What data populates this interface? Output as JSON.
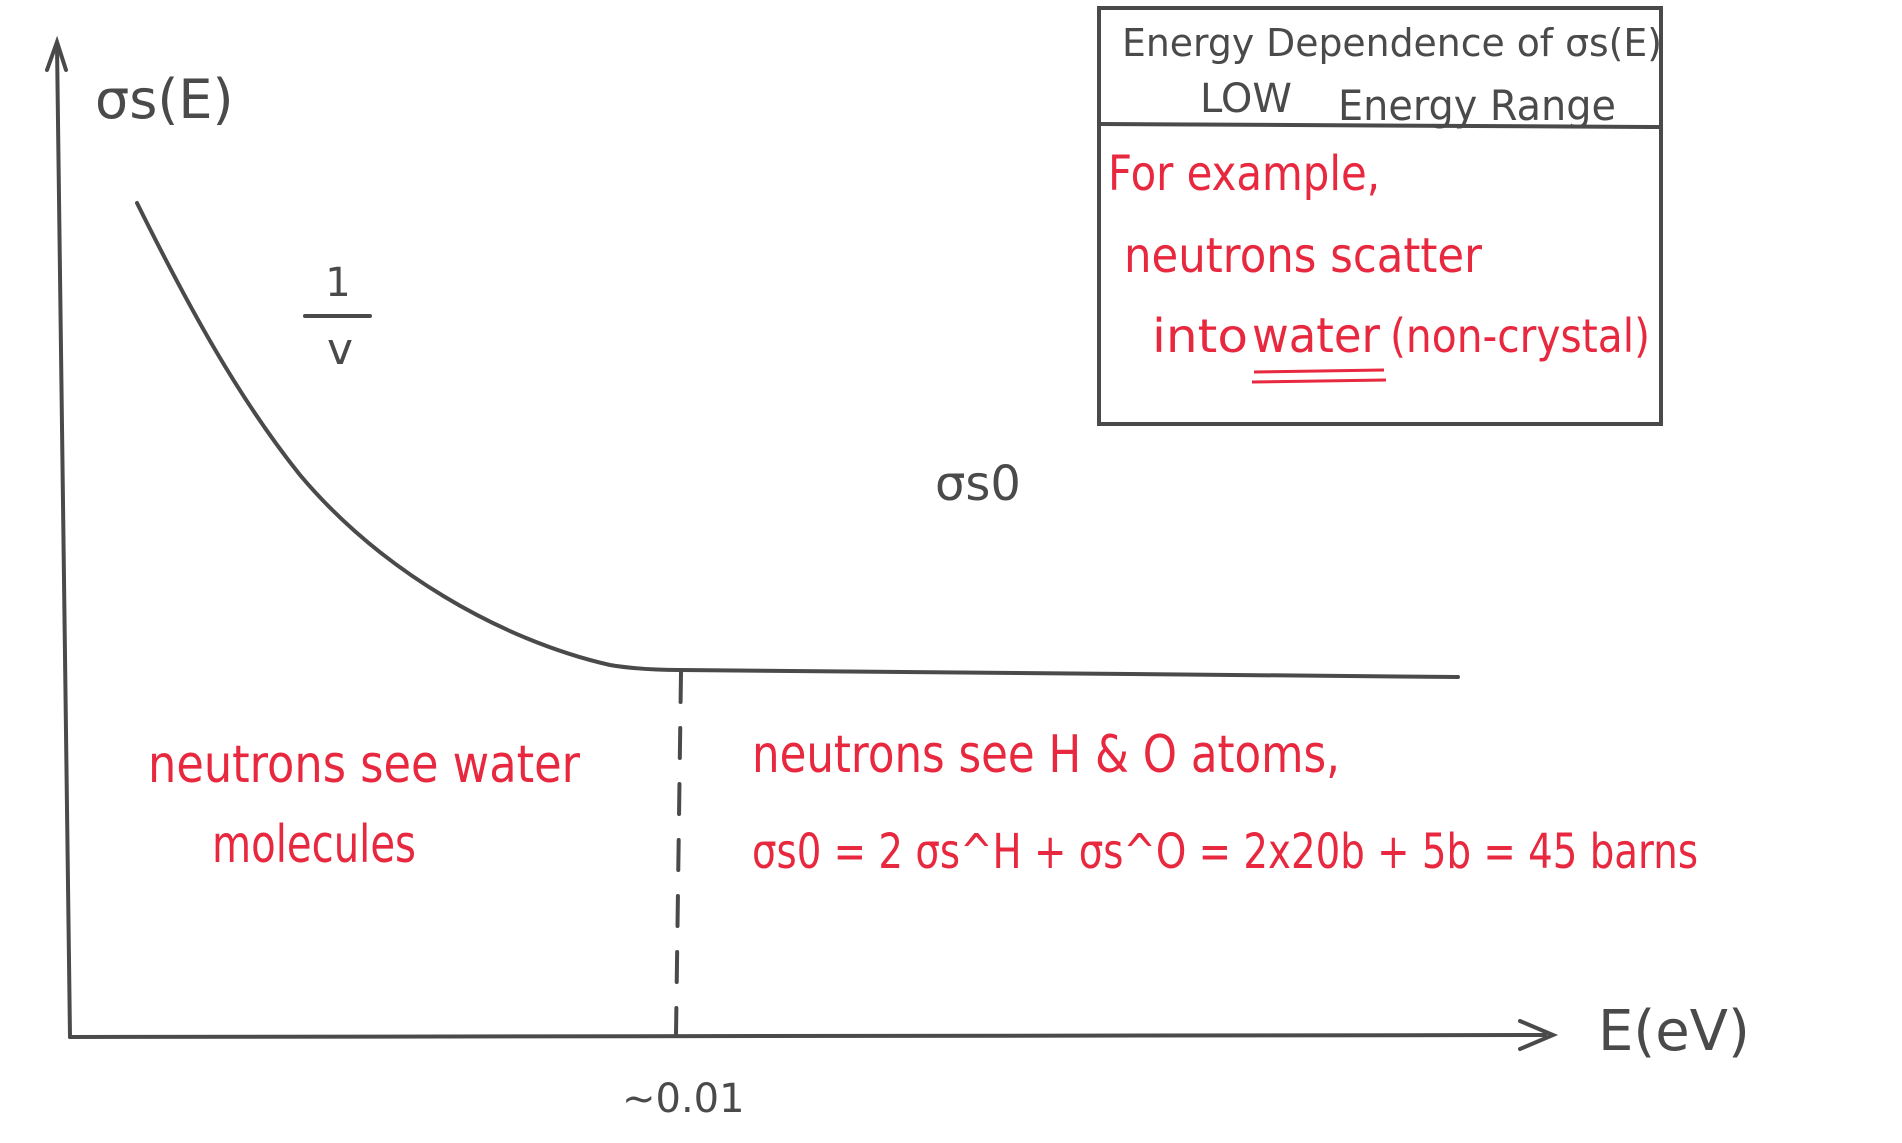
{
  "y_axis_label": "σs(E)",
  "x_axis_label": "E(eV)",
  "x_tick_label": "~0.01",
  "curve_label_numerator": "1",
  "curve_label_denominator": "v",
  "plateau_label": "σs0",
  "info_box": {
    "title_line1": "Energy Dependence of σs(E)",
    "title_line2_a": "LOW",
    "title_line2_b": "Energy Range",
    "body_line1": "For example,",
    "body_line2": "neutrons scatter",
    "body_line3_a": "into",
    "body_line3_b": "water",
    "body_line3_c": "(non-crystal)"
  },
  "left_region_note": {
    "line1": "neutrons see water",
    "line2": "molecules"
  },
  "right_region_note": {
    "line1": "neutrons see H & O atoms,",
    "line2": "σs0 =  2 σs^H + σs^O = 2x20b + 5b = 45 barns"
  },
  "colors": {
    "ink": "#4a4a4a",
    "annotation": "#e8283e",
    "background": "#ffffff"
  }
}
